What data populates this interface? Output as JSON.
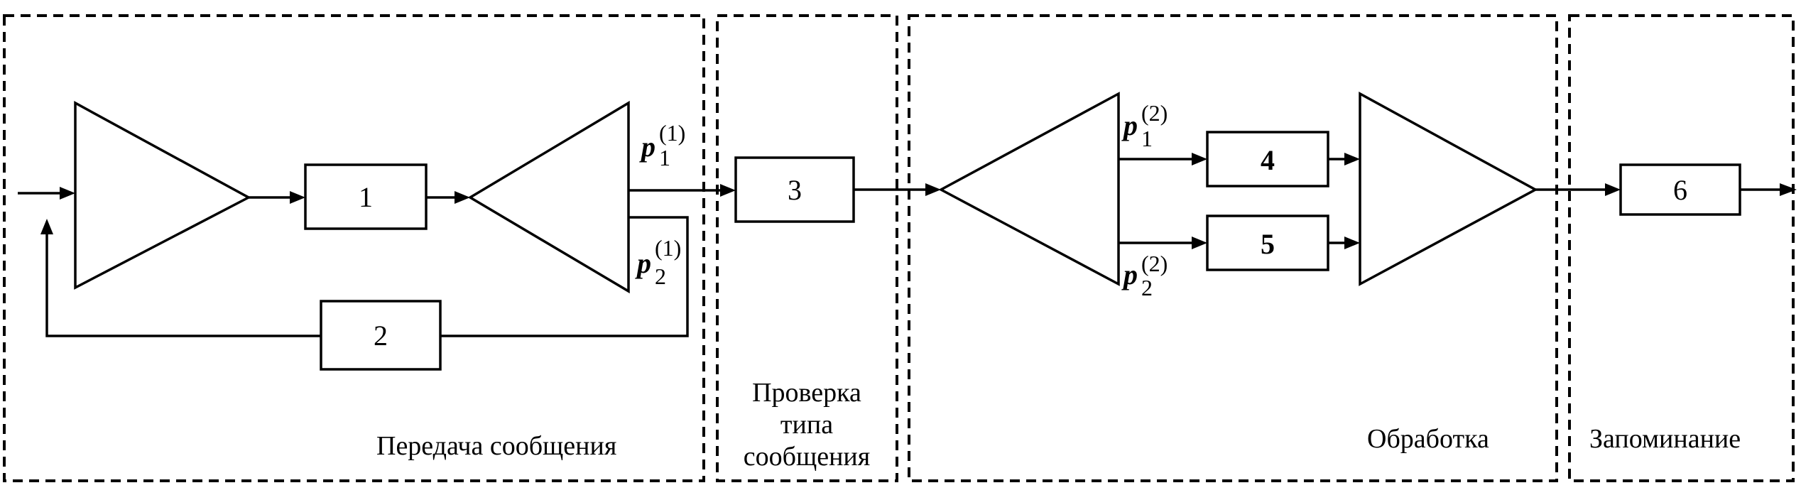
{
  "sections": {
    "transmission": "Передача сообщения",
    "type_check": [
      "Проверка",
      "типа",
      "сообщения"
    ],
    "processing": "Обработка",
    "storage": "Запоминание"
  },
  "blocks": {
    "b1": "1",
    "b2": "2",
    "b3": "3",
    "b4": "4",
    "b5": "5",
    "b6": "6"
  },
  "ports": {
    "p1_1": {
      "base": "p",
      "sub": "1",
      "sup": "(1)"
    },
    "p2_1": {
      "base": "p",
      "sub": "2",
      "sup": "(1)"
    },
    "p1_2": {
      "base": "p",
      "sub": "1",
      "sup": "(2)"
    },
    "p2_2": {
      "base": "p",
      "sub": "2",
      "sup": "(2)"
    }
  }
}
